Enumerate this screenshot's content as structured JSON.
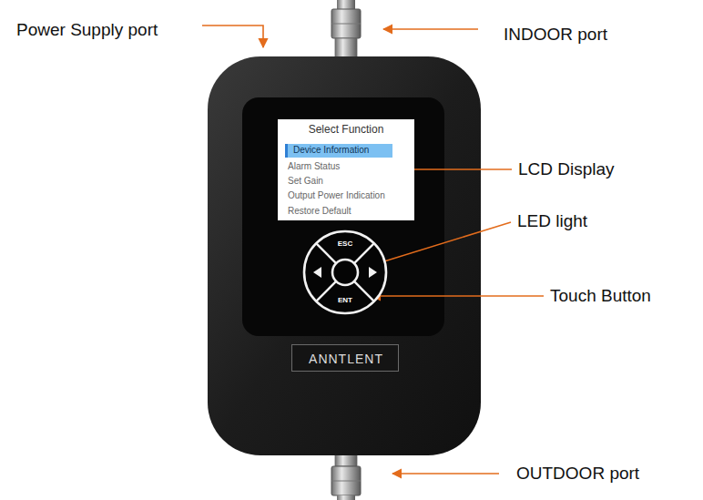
{
  "diagram": {
    "nodes": [
      {
        "text": [
          "Select Function",
          "Alarm Status",
          "Set Gain",
          "Output Power Indication",
          "Restore Default"
        ]
      },
      {
        "text": [
          "Device Information"
        ],
        "in": 0
      },
      {
        "text": [
          "ESC",
          "ENT"
        ]
      },
      {
        "text": [
          "ANNTLENT"
        ]
      }
    ],
    "labels": [
      "Power Supply port",
      "INDOOR port",
      "LCD Display",
      "LED light",
      "Touch Button",
      "OUTDOOR port"
    ]
  }
}
